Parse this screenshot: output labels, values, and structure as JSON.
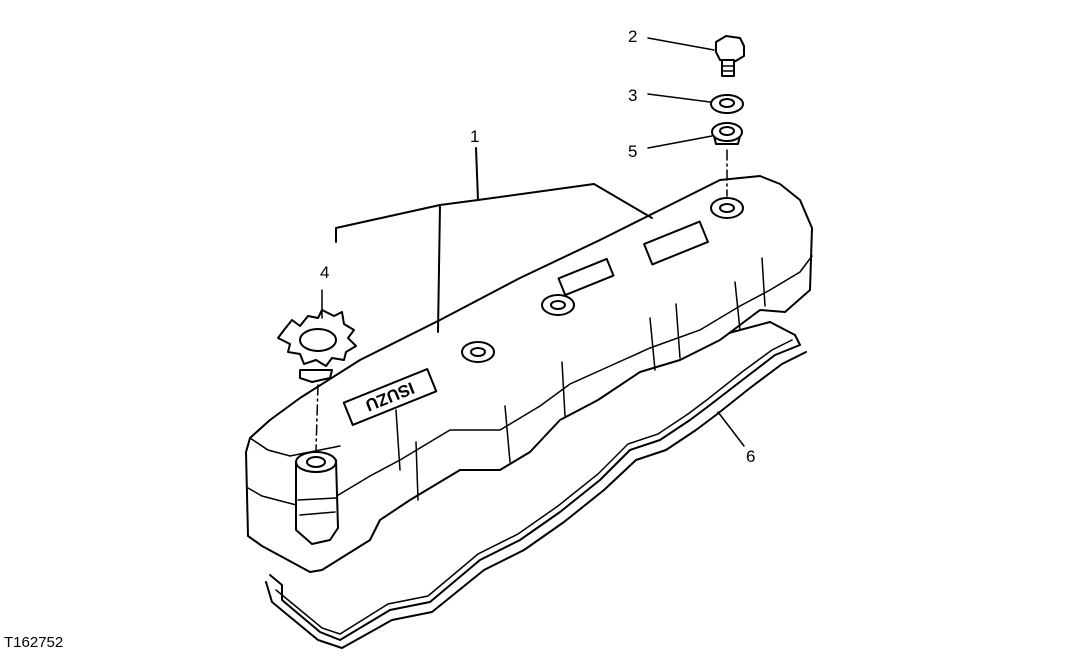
{
  "figure_id": "T162752",
  "emblem_text": "ISUZU",
  "callouts": [
    {
      "id": "1",
      "part": "valve-cover"
    },
    {
      "id": "2",
      "part": "bolt"
    },
    {
      "id": "3",
      "part": "washer"
    },
    {
      "id": "4",
      "part": "oil-filler-cap"
    },
    {
      "id": "5",
      "part": "grommet"
    },
    {
      "id": "6",
      "part": "gasket"
    }
  ],
  "colors": {
    "line": "#000000",
    "background": "#ffffff"
  }
}
